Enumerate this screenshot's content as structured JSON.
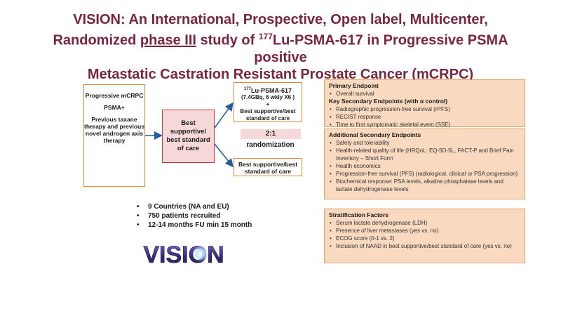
{
  "title": {
    "line1": "VISION: An International, Prospective, Open label, Multicenter,",
    "line2_pre": "Randomized ",
    "line2_underlined": "phase III",
    "line2_mid": " study of ",
    "line2_sup": "177",
    "line2_post": "Lu-PSMA-617 in Progressive PSMA positive",
    "line3": "Metastatic Castration Resistant Prostate Cancer (mCRPC)"
  },
  "eligibility": {
    "line1": "Progressive mCRPC",
    "line2": "PSMA+",
    "line3": "Previous taxane therapy and previous novel androgen axis therapy"
  },
  "center_box": "Best supportive/ best standard of care",
  "arm1": {
    "sup": "177",
    "name": "Lu-PSMA-617",
    "dose": "(7.4GBq, 6 wkly X6 )",
    "plus": "+",
    "combo": "Best supportive/best standard of care"
  },
  "ratio": "2:1",
  "randomization": "randomization",
  "arm2": "Best supportive/best standard of care",
  "primary_panel": {
    "primary_heading": "Primary Endpoint",
    "primary_items": [
      "Overall survival"
    ],
    "key_heading": "Key Secondary  Endpoints (with α control)",
    "key_items": [
      "Radiographic progression-free survival (rPFS)",
      "RECIST response",
      "Time to first symptomatic skeletal event (SSE)"
    ]
  },
  "additional_panel": {
    "heading": "Additional Secondary  Endpoints",
    "items": [
      "Safety and tolerability",
      "Health-related quality of life (HRQoL: EQ-5D-5L, FACT-P and Brief Pain Inventory – Short Form",
      "Health economics",
      "Progression-free  survival (PFS) (radiological, clinical or PSA progression)",
      "Biochemical response: PSA levels, alkaline phosphatase levels and lactate dehydrogenase levels"
    ]
  },
  "stratification_panel": {
    "heading": "Stratification Factors",
    "items": [
      "Serum lactate dehydrogenase (LDH)",
      "Presence of liver metastases (yes vs. no)",
      "ECOG score (0-1 vs. 2)",
      "Inclusion of NAAD  in best supportive/best standard of care (yes vs. no)"
    ]
  },
  "facts": [
    "9 Countries  (NA and EU)",
    "750 patients recruited",
    "12-14 months FU min 15 month"
  ],
  "logo_text": "VISION",
  "colors": {
    "title": "#7a2540",
    "orange_border": "#e58a3c",
    "panel_fill": "#f9d9c0",
    "pink_fill": "#f6d8d8",
    "arrow": "#1f5fa0",
    "logo_dark": "#3a2a78"
  }
}
